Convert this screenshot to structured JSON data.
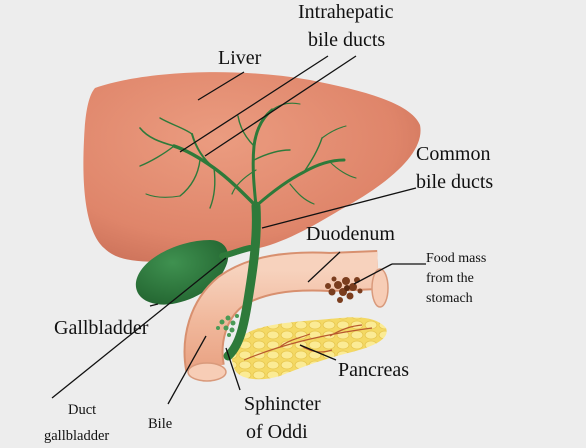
{
  "labels": {
    "liver": "Liver",
    "intrahepatic_line1": "Intrahepatic",
    "intrahepatic_line2": "bile ducts",
    "common_line1": "Common",
    "common_line2": "bile ducts",
    "duodenum": "Duodenum",
    "food_line1": "Food mass",
    "food_line2": "from the",
    "food_line3": "stomach",
    "gallbladder": "Gallbladder",
    "pancreas": "Pancreas",
    "duct_line1": "Duct",
    "duct_line2": "gallbladder",
    "bile": "Bile",
    "sphincter_line1": "Sphincter",
    "sphincter_line2": "of Oddi"
  },
  "colors": {
    "background": "#ededed",
    "liver": "#e0886c",
    "duct": "#2e7a3a",
    "gallbladder": "#2f7a3c",
    "duodenum": "#f3c0a6",
    "pancreas": "#f6e07a",
    "food_mass": "#7a3d1e",
    "pointer": "#111111"
  }
}
